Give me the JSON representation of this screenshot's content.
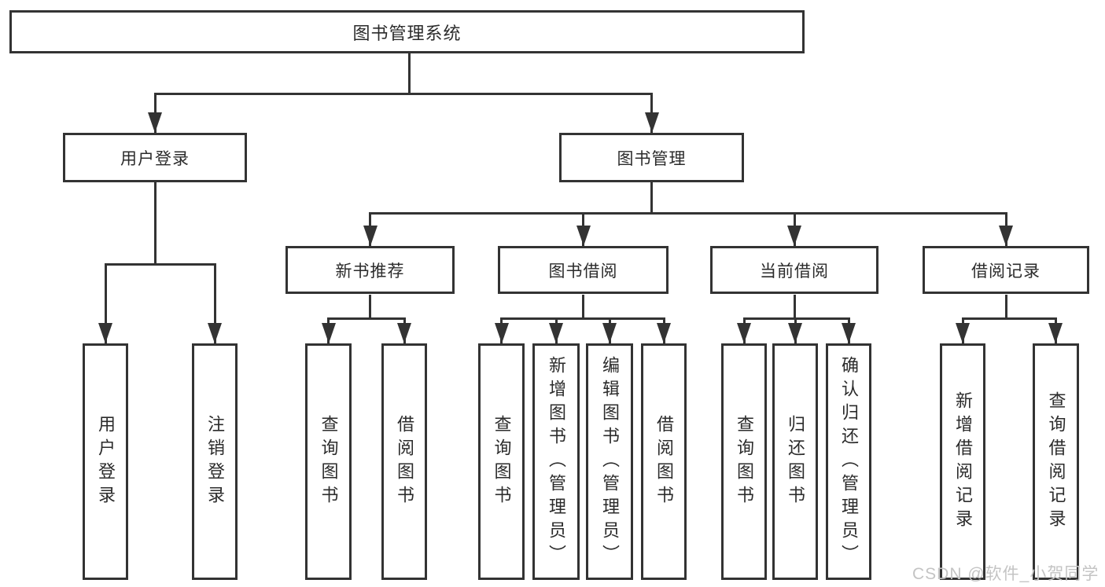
{
  "tree": {
    "label": "图书管理系统",
    "children": [
      {
        "label": "用户登录",
        "children": [
          {
            "label": "用户登录"
          },
          {
            "label": "注销登录"
          }
        ]
      },
      {
        "label": "图书管理",
        "children": [
          {
            "label": "新书推荐",
            "children": [
              {
                "label": "查询图书"
              },
              {
                "label": "借阅图书"
              }
            ]
          },
          {
            "label": "图书借阅",
            "children": [
              {
                "label": "查询图书"
              },
              {
                "label": "新增图书（管理员）"
              },
              {
                "label": "编辑图书（管理员）"
              },
              {
                "label": "借阅图书"
              }
            ]
          },
          {
            "label": "当前借阅",
            "children": [
              {
                "label": "查询图书"
              },
              {
                "label": "归还图书"
              },
              {
                "label": "确认归还（管理员）"
              }
            ]
          },
          {
            "label": "借阅记录",
            "children": [
              {
                "label": "新增借阅记录"
              },
              {
                "label": "查询借阅记录"
              }
            ]
          }
        ]
      }
    ]
  },
  "watermark": "CSDN @软件_小贺同学",
  "colors": {
    "line": "#333333",
    "text": "#2b2b2b",
    "background": "#ffffff",
    "watermark": "#c4c4c4"
  }
}
